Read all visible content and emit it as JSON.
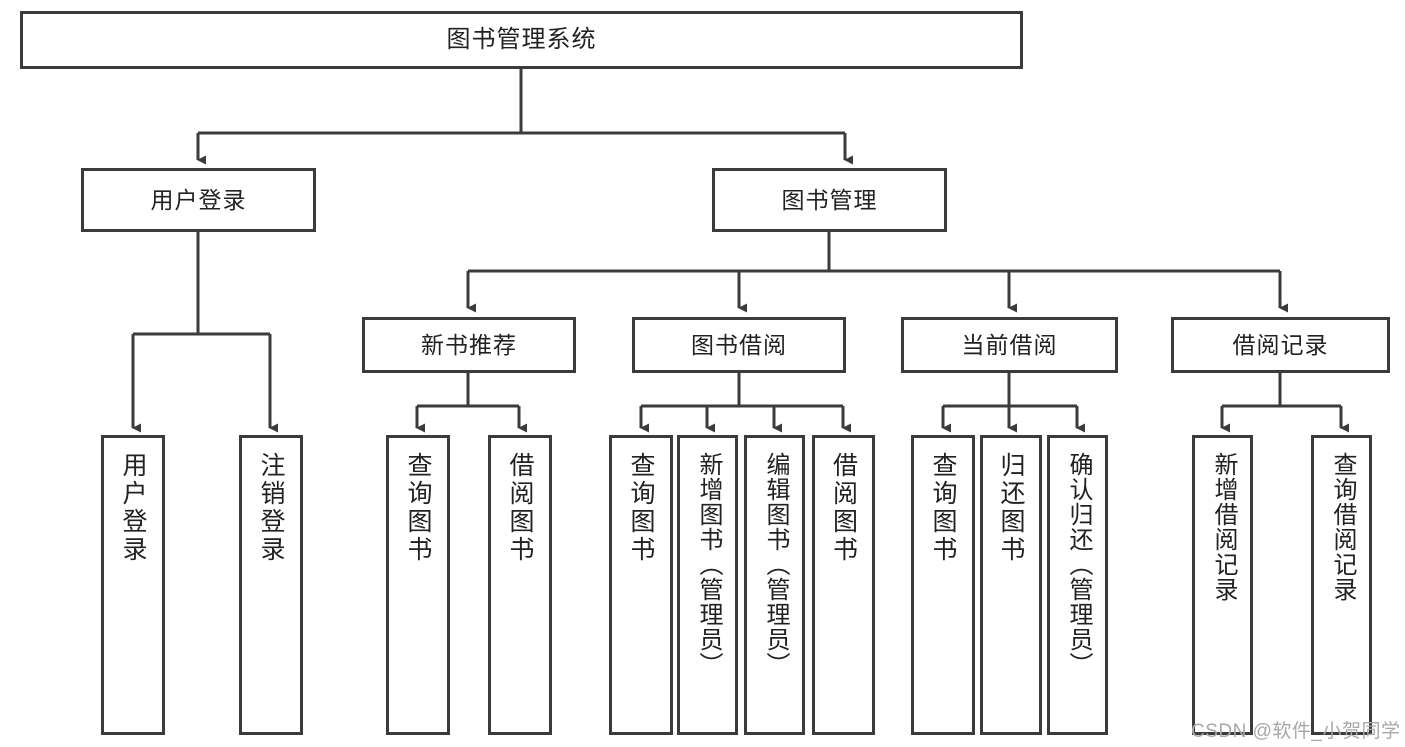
{
  "diagram": {
    "type": "tree-hierarchy",
    "title": "图书管理系统",
    "root": {
      "label": "图书管理系统"
    },
    "level1": [
      {
        "label": "用户登录"
      },
      {
        "label": "图书管理"
      }
    ],
    "level2": [
      {
        "label": "新书推荐"
      },
      {
        "label": "图书借阅"
      },
      {
        "label": "当前借阅"
      },
      {
        "label": "借阅记录"
      }
    ],
    "leaves": {
      "user_login": [
        {
          "label": "用户登录"
        },
        {
          "label": "注销登录"
        }
      ],
      "new_book_recommend": [
        {
          "label": "查询图书"
        },
        {
          "label": "借阅图书"
        }
      ],
      "book_borrow": [
        {
          "label": "查询图书"
        },
        {
          "label": "新增图书（管理员）"
        },
        {
          "label": "编辑图书（管理员）"
        },
        {
          "label": "借阅图书"
        }
      ],
      "current_borrow": [
        {
          "label": "查询图书"
        },
        {
          "label": "归还图书"
        },
        {
          "label": "确认归还（管理员）"
        }
      ],
      "borrow_record": [
        {
          "label": "新增借阅记录"
        },
        {
          "label": "查询借阅记录"
        }
      ]
    }
  },
  "watermark": {
    "text": "CSDN @软件_小贺同学"
  },
  "colors": {
    "border": "#3b3b3b",
    "text": "#222222",
    "background": "#ffffff",
    "watermark": "#a8a8a8"
  }
}
